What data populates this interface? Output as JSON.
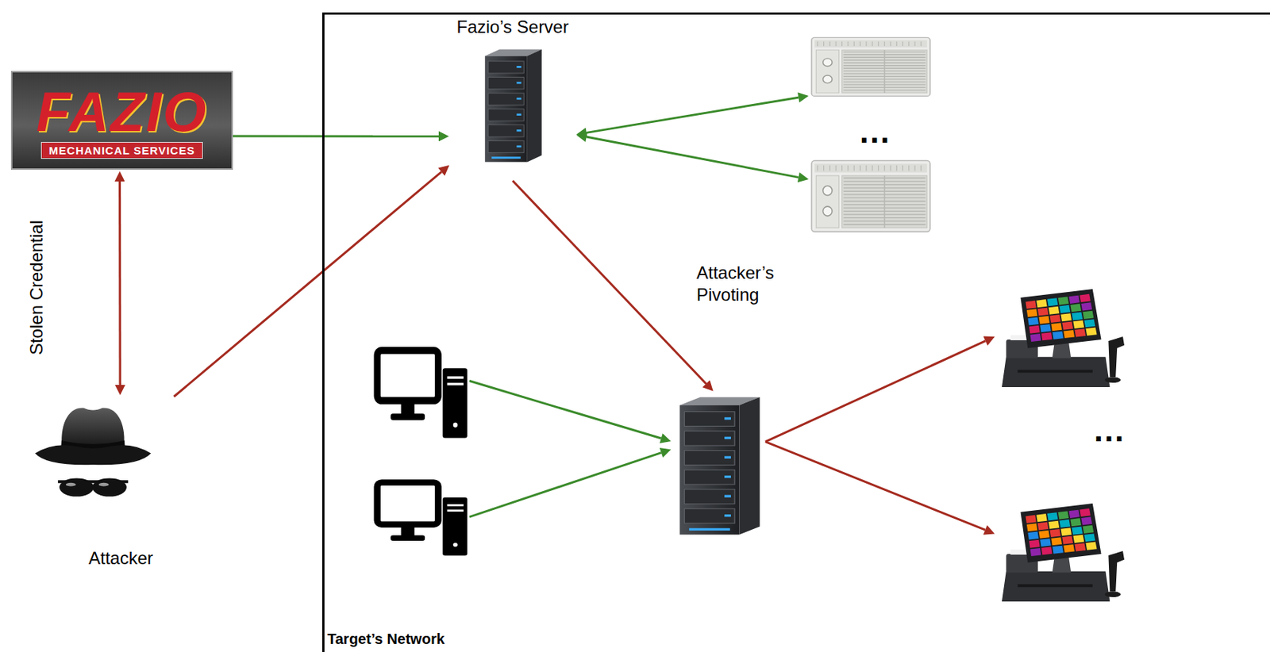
{
  "diagram": {
    "nodes": [
      {
        "text": [
          "FAZIO",
          "MECHANICAL SERVICES"
        ]
      },
      {
        "text": [
          "Attacker"
        ]
      },
      {
        "text": [
          "Target’s Network"
        ]
      },
      {
        "text": [
          "Fazio’s Server"
        ],
        "in": 2
      },
      {
        "text": [],
        "in": 2
      },
      {
        "text": [],
        "in": 2
      },
      {
        "text": [],
        "in": 2
      },
      {
        "text": [],
        "in": 2
      },
      {
        "text": [],
        "in": 2
      },
      {
        "text": [],
        "in": 2
      },
      {
        "text": [],
        "in": 2
      }
    ],
    "edges": [
      {
        "from": 0,
        "to": 3,
        "arrow": "to"
      },
      {
        "from": 1,
        "to": 0,
        "label": "Stolen Credential",
        "arrow": "both"
      },
      {
        "from": 1,
        "to": 3,
        "arrow": "to"
      },
      {
        "from": 3,
        "to": 4,
        "arrow": "both"
      },
      {
        "from": 3,
        "to": 5,
        "arrow": "both"
      },
      {
        "from": 3,
        "to": 8,
        "label": "Attacker’s Pivoting",
        "arrow": "to"
      },
      {
        "from": 6,
        "to": 8,
        "arrow": "to"
      },
      {
        "from": 7,
        "to": 8,
        "arrow": "to"
      },
      {
        "from": 8,
        "to": 9,
        "arrow": "to"
      },
      {
        "from": 8,
        "to": 10,
        "arrow": "to"
      }
    ],
    "labels": [
      "...",
      "..."
    ]
  }
}
